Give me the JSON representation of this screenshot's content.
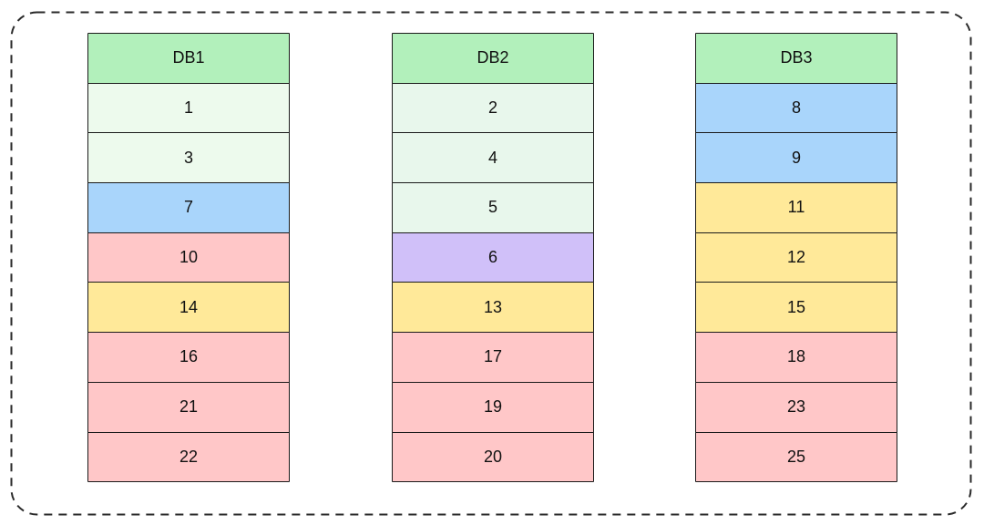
{
  "colors": {
    "header": "#b2f0bb",
    "light_green": "#edfaed",
    "light_green_2": "#e8f7ec",
    "blue": "#a9d5fb",
    "red": "#ffc7c8",
    "yellow": "#ffe999",
    "purple": "#d0c0f9",
    "frame_border": "#2a2a2a"
  },
  "columns": [
    {
      "title": "DB1",
      "cells": [
        {
          "label": "1",
          "color": "light_green"
        },
        {
          "label": "3",
          "color": "light_green"
        },
        {
          "label": "7",
          "color": "blue"
        },
        {
          "label": "10",
          "color": "red"
        },
        {
          "label": "14",
          "color": "yellow"
        },
        {
          "label": "16",
          "color": "red"
        },
        {
          "label": "21",
          "color": "red"
        },
        {
          "label": "22",
          "color": "red"
        }
      ]
    },
    {
      "title": "DB2",
      "cells": [
        {
          "label": "2",
          "color": "light_green_2"
        },
        {
          "label": "4",
          "color": "light_green_2"
        },
        {
          "label": "5",
          "color": "light_green_2"
        },
        {
          "label": "6",
          "color": "purple"
        },
        {
          "label": "13",
          "color": "yellow"
        },
        {
          "label": "17",
          "color": "red"
        },
        {
          "label": "19",
          "color": "red"
        },
        {
          "label": "20",
          "color": "red"
        }
      ]
    },
    {
      "title": "DB3",
      "cells": [
        {
          "label": "8",
          "color": "blue"
        },
        {
          "label": "9",
          "color": "blue"
        },
        {
          "label": "11",
          "color": "yellow"
        },
        {
          "label": "12",
          "color": "yellow"
        },
        {
          "label": "15",
          "color": "yellow"
        },
        {
          "label": "18",
          "color": "red"
        },
        {
          "label": "23",
          "color": "red"
        },
        {
          "label": "25",
          "color": "red"
        }
      ]
    }
  ]
}
